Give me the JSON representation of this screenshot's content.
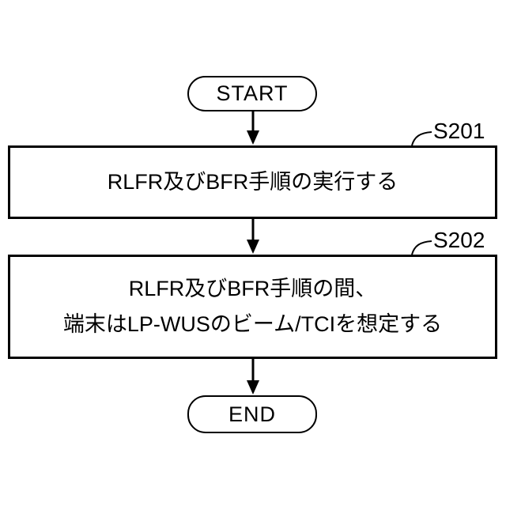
{
  "flowchart": {
    "start_label": "START",
    "end_label": "END",
    "steps": [
      {
        "id": "S201",
        "lines": [
          "RLFR及びBFR手順の実行する"
        ]
      },
      {
        "id": "S202",
        "lines": [
          "RLFR及びBFR手順の間、",
          "端末はLP-WUSのビーム/TCIを想定する"
        ]
      }
    ],
    "colors": {
      "stroke": "#000000",
      "background": "#ffffff"
    }
  }
}
